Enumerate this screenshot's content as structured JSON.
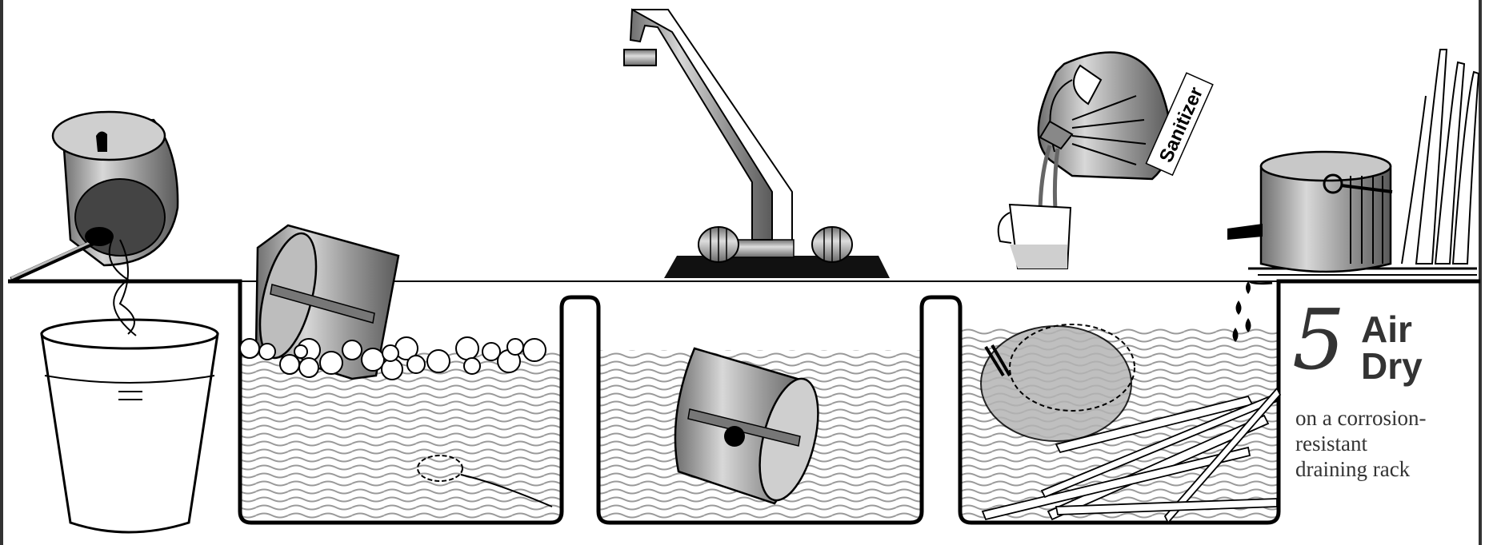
{
  "steps": [
    {
      "number": "5",
      "title_line1": "Air",
      "title_line2": "Dry",
      "description_line1": "on a corrosion-",
      "description_line2": "resistant",
      "description_line3": "draining rack"
    }
  ],
  "labels": {
    "sanitizer_bottle": "Sanitizer"
  },
  "colors": {
    "outline": "#000000",
    "water_wave": "#9a9a9a",
    "metal": "#a8a8a8",
    "text": "#333333"
  }
}
